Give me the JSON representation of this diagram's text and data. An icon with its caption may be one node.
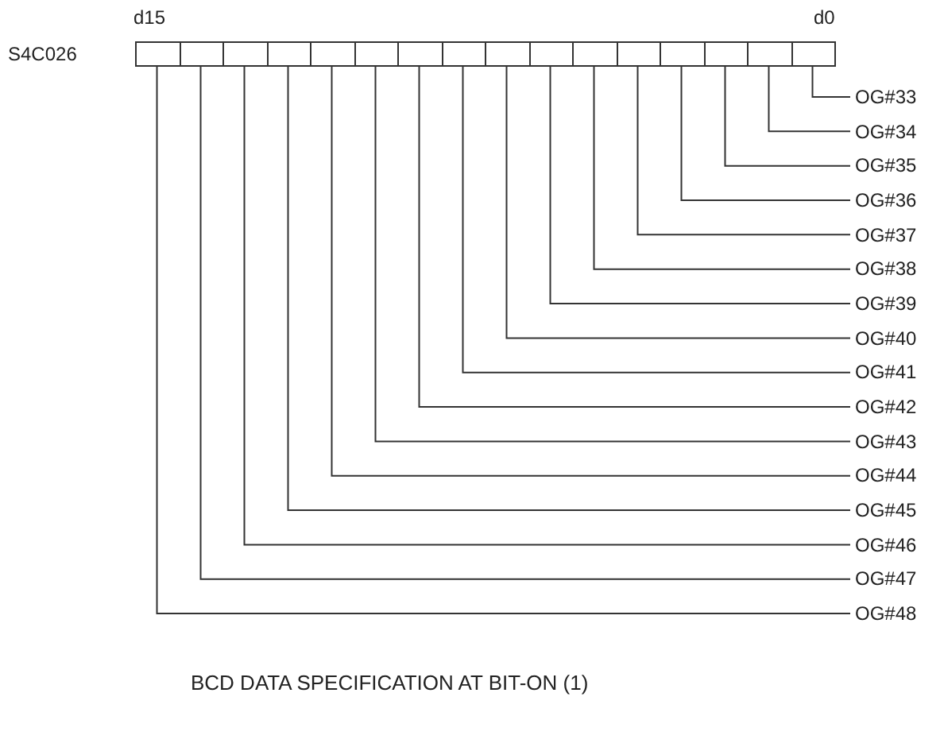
{
  "diagram": {
    "caption": "BCD DATA SPECIFICATION AT BIT-ON (1)",
    "nodes": [
      {
        "text": [],
        "shape": "box"
      },
      {
        "text": [],
        "shape": "box"
      },
      {
        "text": [],
        "shape": "box"
      },
      {
        "text": [],
        "shape": "box"
      },
      {
        "text": [],
        "shape": "box"
      },
      {
        "text": [],
        "shape": "box"
      },
      {
        "text": [],
        "shape": "box"
      },
      {
        "text": [],
        "shape": "box"
      },
      {
        "text": [],
        "shape": "box"
      },
      {
        "text": [],
        "shape": "box"
      },
      {
        "text": [],
        "shape": "box"
      },
      {
        "text": [],
        "shape": "box"
      },
      {
        "text": [],
        "shape": "box"
      },
      {
        "text": [],
        "shape": "box"
      },
      {
        "text": [],
        "shape": "box"
      },
      {
        "text": [],
        "shape": "box"
      },
      {
        "text": [
          "OG#33"
        ]
      },
      {
        "text": [
          "OG#34"
        ]
      },
      {
        "text": [
          "OG#35"
        ]
      },
      {
        "text": [
          "OG#36"
        ]
      },
      {
        "text": [
          "OG#37"
        ]
      },
      {
        "text": [
          "OG#38"
        ]
      },
      {
        "text": [
          "OG#39"
        ]
      },
      {
        "text": [
          "OG#40"
        ]
      },
      {
        "text": [
          "OG#41"
        ]
      },
      {
        "text": [
          "OG#42"
        ]
      },
      {
        "text": [
          "OG#43"
        ]
      },
      {
        "text": [
          "OG#44"
        ]
      },
      {
        "text": [
          "OG#45"
        ]
      },
      {
        "text": [
          "OG#46"
        ]
      },
      {
        "text": [
          "OG#47"
        ]
      },
      {
        "text": [
          "OG#48"
        ]
      }
    ],
    "edges": [
      {
        "from": 15,
        "to": 16,
        "arrow": "none"
      },
      {
        "from": 14,
        "to": 17,
        "arrow": "none"
      },
      {
        "from": 13,
        "to": 18,
        "arrow": "none"
      },
      {
        "from": 12,
        "to": 19,
        "arrow": "none"
      },
      {
        "from": 11,
        "to": 20,
        "arrow": "none"
      },
      {
        "from": 10,
        "to": 21,
        "arrow": "none"
      },
      {
        "from": 9,
        "to": 22,
        "arrow": "none"
      },
      {
        "from": 8,
        "to": 23,
        "arrow": "none"
      },
      {
        "from": 7,
        "to": 24,
        "arrow": "none"
      },
      {
        "from": 6,
        "to": 25,
        "arrow": "none"
      },
      {
        "from": 5,
        "to": 26,
        "arrow": "none"
      },
      {
        "from": 4,
        "to": 27,
        "arrow": "none"
      },
      {
        "from": 3,
        "to": 28,
        "arrow": "none"
      },
      {
        "from": 2,
        "to": 29,
        "arrow": "none"
      },
      {
        "from": 1,
        "to": 30,
        "arrow": "none"
      },
      {
        "from": 0,
        "to": 31,
        "arrow": "none"
      }
    ],
    "labels": [
      "d15",
      "d0",
      "S4C026"
    ]
  }
}
